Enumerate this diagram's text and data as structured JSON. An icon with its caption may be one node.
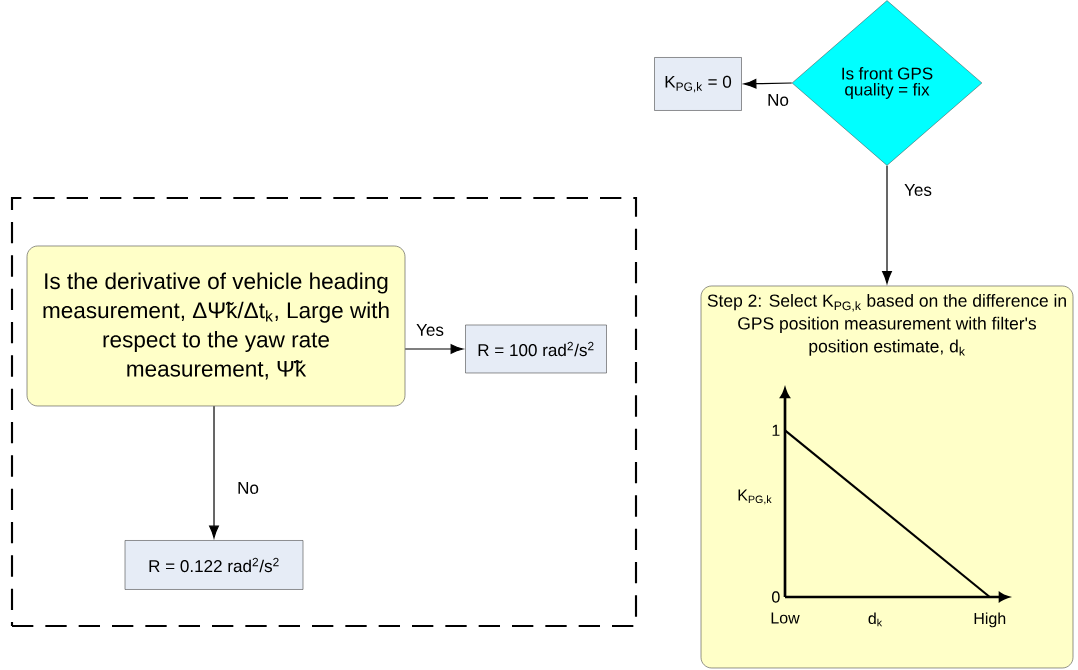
{
  "diagram": {
    "nodes": [
      {
        "text": [
          "K$_{PG,k}$ = 0"
        ]
      },
      {
        "text": [
          "Is front GPS quality = fix"
        ]
      },
      {
        "text": [],
        "shape": "box"
      },
      {
        "text": [
          "Is the derivative of vehicle heading measurement, ΔΨ̃k/Δt$_{k}$, Large with respect to the yaw rate measurement, Ψ̃̇k"
        ],
        "in": 2
      },
      {
        "text": [
          "R = 100 rad$^{2}$/s$^{2}$"
        ],
        "in": 2
      },
      {
        "text": [
          "R = 0.122 rad$^{2}$/s$^{2}$"
        ],
        "in": 2
      },
      {
        "text": [
          "Step 2: Select K$_{PG,k}$ based on the difference in GPS position measurement with filter's position estimate, d$_{k}$"
        ]
      }
    ],
    "edges": [
      {
        "from": 1,
        "to": 0,
        "arrow": "to",
        "label": "No"
      },
      {
        "from": 1,
        "to": 6,
        "arrow": "to",
        "label": "Yes"
      },
      {
        "from": 3,
        "to": 4,
        "arrow": "to",
        "label": "Yes"
      },
      {
        "from": 3,
        "to": 5,
        "arrow": "to",
        "label": "No"
      }
    ],
    "chart_data": {
      "type": "line",
      "xlabel": "d$_{k}$",
      "ylabel": "K$_{PG,k}$",
      "categories": [
        "Low",
        "High"
      ],
      "series": [
        {
          "values": [
            1,
            0
          ]
        }
      ],
      "yticks": [
        0,
        1
      ],
      "ylim": [
        0,
        1.2
      ]
    }
  }
}
